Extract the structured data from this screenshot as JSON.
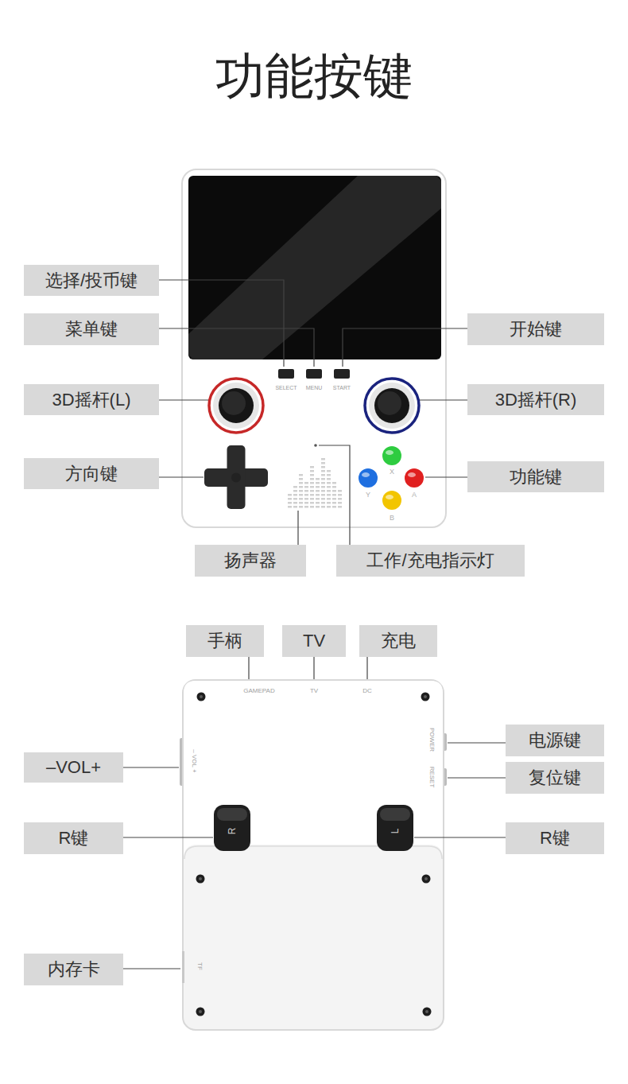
{
  "diagram": {
    "title": "功能按键",
    "nodes": [
      {
        "text": [
          "选择/投币键"
        ]
      },
      {
        "text": [
          "菜单键"
        ]
      },
      {
        "text": [
          "开始键"
        ]
      },
      {
        "text": [
          "3D摇杆(L)"
        ]
      },
      {
        "text": [
          "3D摇杆(R)"
        ]
      },
      {
        "text": [
          "方向键"
        ]
      },
      {
        "text": [
          "功能键"
        ]
      },
      {
        "text": [
          "扬声器"
        ]
      },
      {
        "text": [
          "工作/充电指示灯"
        ]
      },
      {
        "text": [
          "手柄"
        ]
      },
      {
        "text": [
          "TV"
        ]
      },
      {
        "text": [
          "充电"
        ]
      },
      {
        "text": [
          "–VOL+"
        ]
      },
      {
        "text": [
          "电源键"
        ]
      },
      {
        "text": [
          "复位键"
        ]
      },
      {
        "text": [
          "R键"
        ]
      },
      {
        "text": [
          "R键"
        ]
      },
      {
        "text": [
          "内存卡"
        ]
      }
    ],
    "labels": [
      "SELECT",
      "MENU",
      "START",
      "X",
      "Y",
      "A",
      "B",
      "GAMEPAD",
      "TV",
      "DC",
      "– VOL +",
      "POWER",
      "RESET",
      "R",
      "L",
      "TF"
    ]
  }
}
